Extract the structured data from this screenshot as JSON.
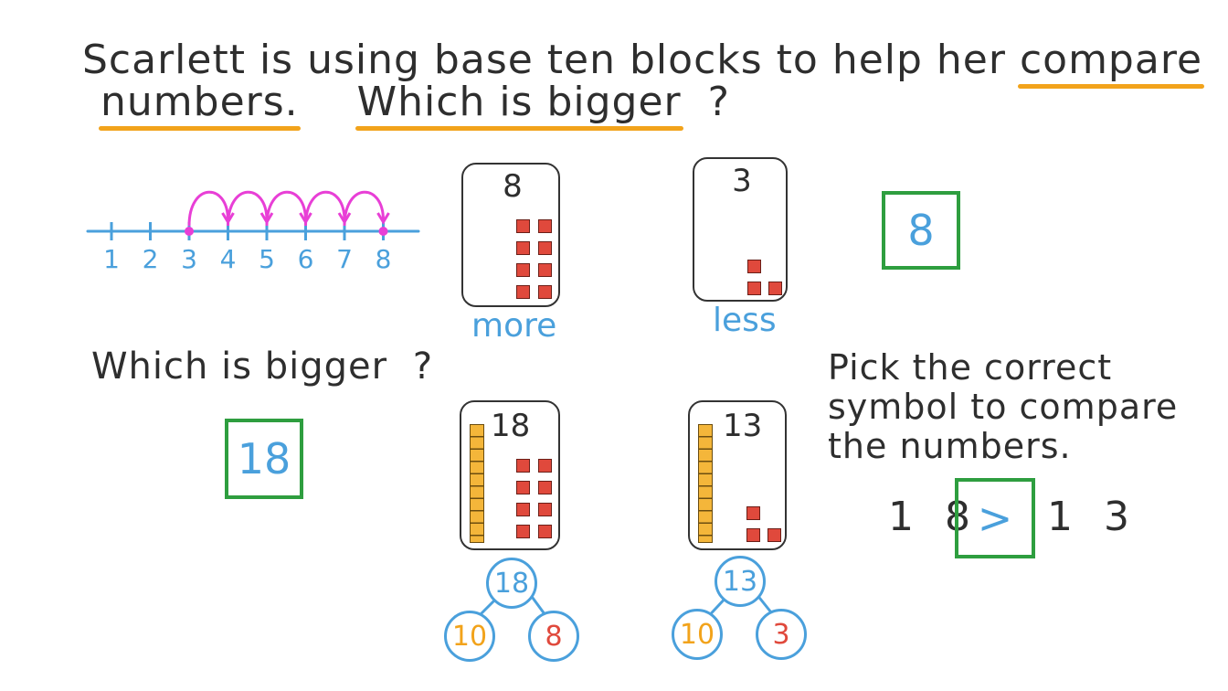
{
  "title": {
    "part1": "Scarlett is using base ten blocks to help her ",
    "compare": "compare",
    "numbers": "numbers.",
    "which": "Which is bigger",
    "qmark": "?"
  },
  "number_line": {
    "labels": [
      "1",
      "2",
      "3",
      "4",
      "5",
      "6",
      "7",
      "8"
    ],
    "start": 3,
    "end": 8,
    "colors": {
      "line": "#4aa0dc",
      "hops": "#e83fd6"
    }
  },
  "top_cards": {
    "left": {
      "number": "8",
      "caption": "more",
      "ones": 8
    },
    "right": {
      "number": "3",
      "caption": "less",
      "ones": 3
    }
  },
  "top_answer": "8",
  "question2": {
    "text": "Which is bigger",
    "qmark": "?"
  },
  "bottom_answer": "18",
  "bottom_cards": {
    "left": {
      "number": "18",
      "tens": 1,
      "ones": 8,
      "bond_total": "18",
      "bond_tens": "10",
      "bond_ones": "8"
    },
    "right": {
      "number": "13",
      "tens": 1,
      "ones": 3,
      "bond_total": "13",
      "bond_tens": "10",
      "bond_ones": "3"
    }
  },
  "pick": {
    "line1": "Pick the correct",
    "line2": "symbol to compare",
    "line3": "the numbers.",
    "left_num": "1 8",
    "symbol": ">",
    "right_num": "1 3"
  },
  "colors": {
    "highlight": "#f2a31b",
    "answer_border": "#2e9e3f",
    "blue": "#4aa0dc",
    "tens_orange": "#f2a31b",
    "ones_red": "#e0493c"
  }
}
